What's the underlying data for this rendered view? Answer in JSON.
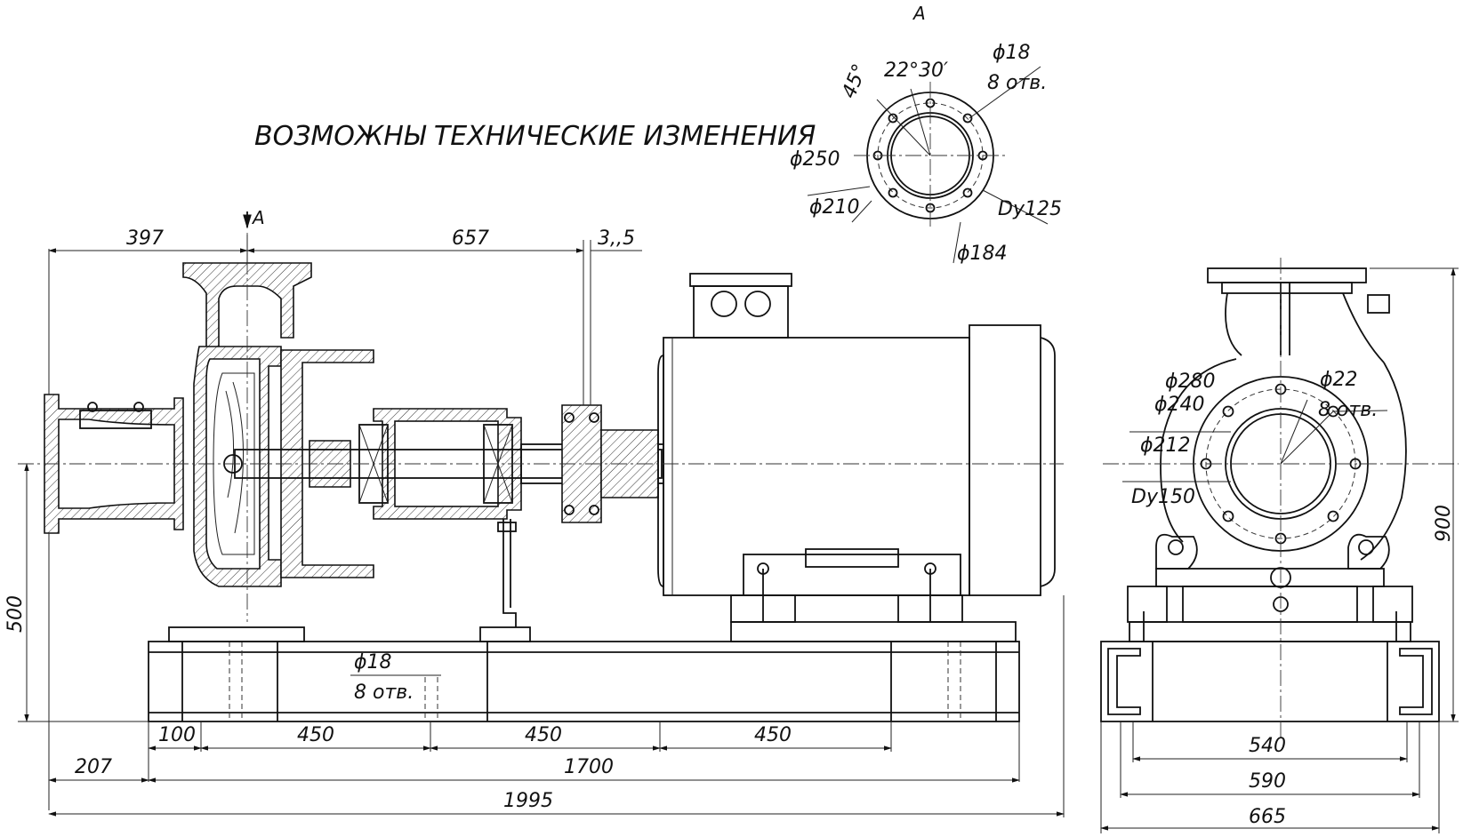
{
  "title": "ВОЗМОЖНЫ ТЕХНИЧЕСКИЕ ИЗМЕНЕНИЯ",
  "view_label": "А",
  "section_marker": "А",
  "main_view": {
    "dims": {
      "d397": "397",
      "d657": "657",
      "d3_5": "3,,5",
      "d500": "500",
      "hole_d": "ϕ18",
      "hole_n": "8 отв.",
      "d100": "100",
      "d450a": "450",
      "d450b": "450",
      "d450c": "450",
      "d207": "207",
      "d1700": "1700",
      "d1995": "1995"
    }
  },
  "flange_a": {
    "angle_45": "45°",
    "angle_22": "22°30′",
    "hole_d": "ϕ18",
    "hole_n": "8 отв.",
    "d250": "ϕ250",
    "d210": "ϕ210",
    "d184": "ϕ184",
    "dn": "Dy125"
  },
  "side_view": {
    "d280": "ϕ280",
    "d240": "ϕ240",
    "d212": "ϕ212",
    "dn": "Dy150",
    "hole_d": "ϕ22",
    "hole_n": "8 отв.",
    "d900": "900",
    "d540": "540",
    "d590": "590",
    "d665": "665"
  }
}
